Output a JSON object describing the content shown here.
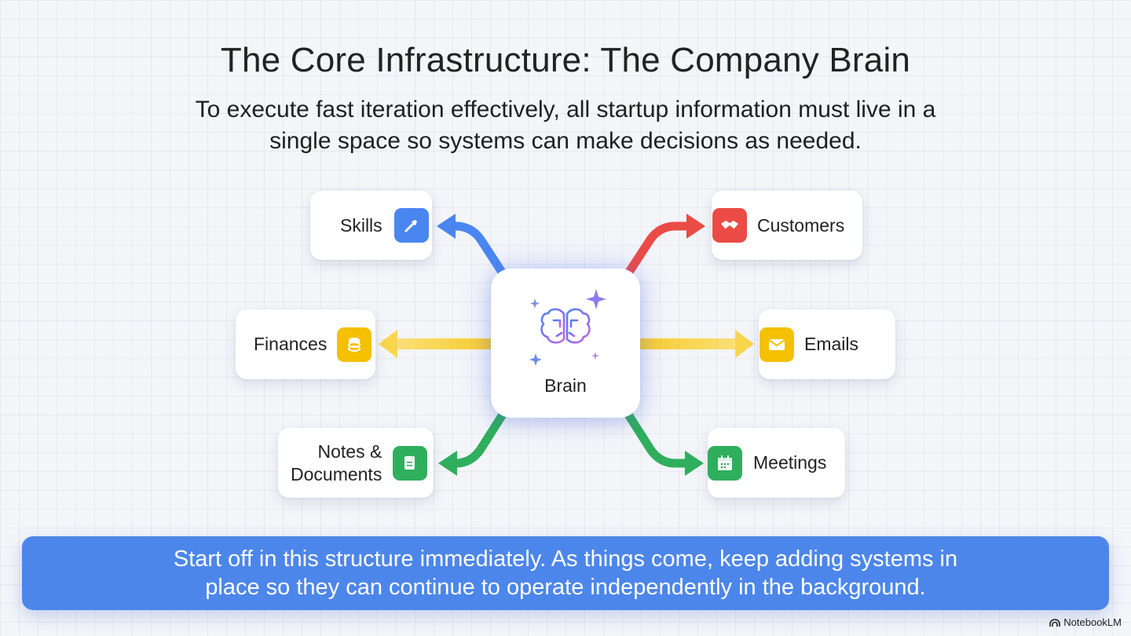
{
  "header": {
    "title": "The Core Infrastructure: The Company Brain",
    "subtitle": "To execute fast iteration effectively, all startup information must live in a single space so systems can make decisions as needed."
  },
  "center": {
    "label": "Brain",
    "icon": "brain-icon",
    "sparkle_icon": "sparkle-icon"
  },
  "nodes": {
    "skills": {
      "label": "Skills",
      "icon": "wrench-icon",
      "color": "#4a86f0"
    },
    "finances": {
      "label": "Finances",
      "icon": "coins-icon",
      "color": "#f5c000"
    },
    "notes": {
      "label": "Notes & Documents",
      "label_line1": "Notes &",
      "label_line2": "Documents",
      "icon": "document-icon",
      "color": "#2fae5d"
    },
    "customers": {
      "label": "Customers",
      "icon": "handshake-icon",
      "color": "#eb4b45"
    },
    "emails": {
      "label": "Emails",
      "icon": "envelope-icon",
      "color": "#f5c000"
    },
    "meetings": {
      "label": "Meetings",
      "icon": "calendar-icon",
      "color": "#2fae5d"
    }
  },
  "banner": {
    "text": "Start off in this structure immediately. As things come, keep adding systems in place so they can continue to operate independently in the background.",
    "color": "#4d86ea"
  },
  "brand": {
    "label": "NotebookLM",
    "icon": "notebooklm-logo-icon"
  }
}
